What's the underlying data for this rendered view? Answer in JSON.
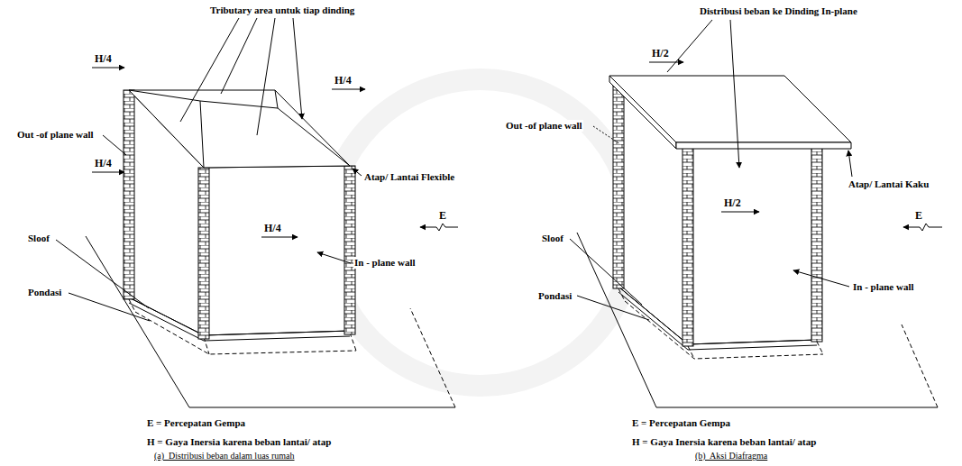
{
  "diagram": {
    "labels": [
      "Tributary area untuk tiap dinding",
      "H/4",
      "H/4",
      "H/4",
      "H/4",
      "Out -of plane wall",
      "Atap/ Lantai Flexible",
      "In - plane wall",
      "Sloof",
      "Pondasi",
      "E",
      "E = Percepatan Gempa",
      "H = Gaya Inersia karena beban lantai/ atap",
      "(a)  Distribusi beban dalam luas rumah",
      "Distribusi beban ke Dinding In-plane",
      "H/2",
      "Out -of plane wall",
      "Atap/ Lantai Kaku",
      "Sloof",
      "H/2",
      "In - plane wall",
      "Pondasi",
      "E",
      "E = Percepatan Gempa",
      "H = Gaya Inersia karena beban lantai/ atap",
      "(b)  Aksi Diafragma"
    ]
  }
}
